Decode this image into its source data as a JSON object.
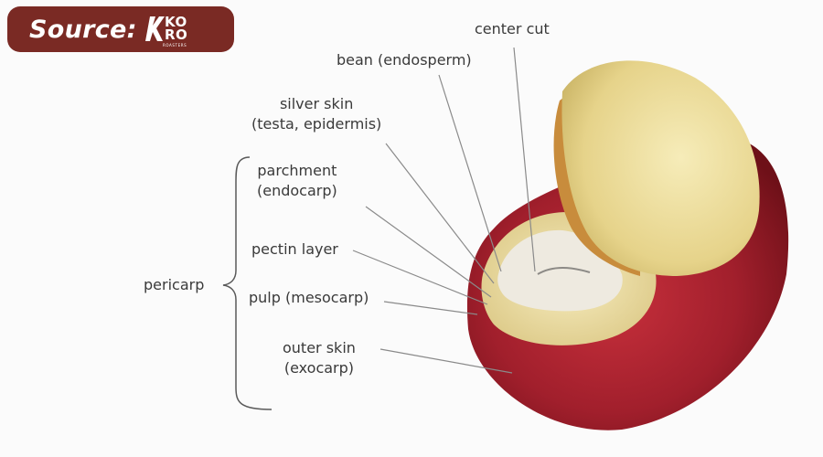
{
  "badge": {
    "source_label": "Source:",
    "logo_line1": "KO",
    "logo_line2": "RO",
    "logo_sub": "ROASTERS"
  },
  "labels": {
    "center_cut": "center cut",
    "bean": "bean (endosperm)",
    "silver_skin_1": "silver skin",
    "silver_skin_2": "(testa, epidermis)",
    "parchment_1": "parchment",
    "parchment_2": "(endocarp)",
    "pectin": "pectin layer",
    "pulp": "pulp (mesocarp)",
    "outer_skin_1": "outer skin",
    "outer_skin_2": "(exocarp)",
    "pericarp": "pericarp"
  },
  "colors": {
    "badge": "#7a2a24",
    "cherry_skin": "#9e1d2a",
    "bean": "#ecdc9a",
    "pulp": "#f1e3a7",
    "leader_line": "#8a8a8a"
  }
}
